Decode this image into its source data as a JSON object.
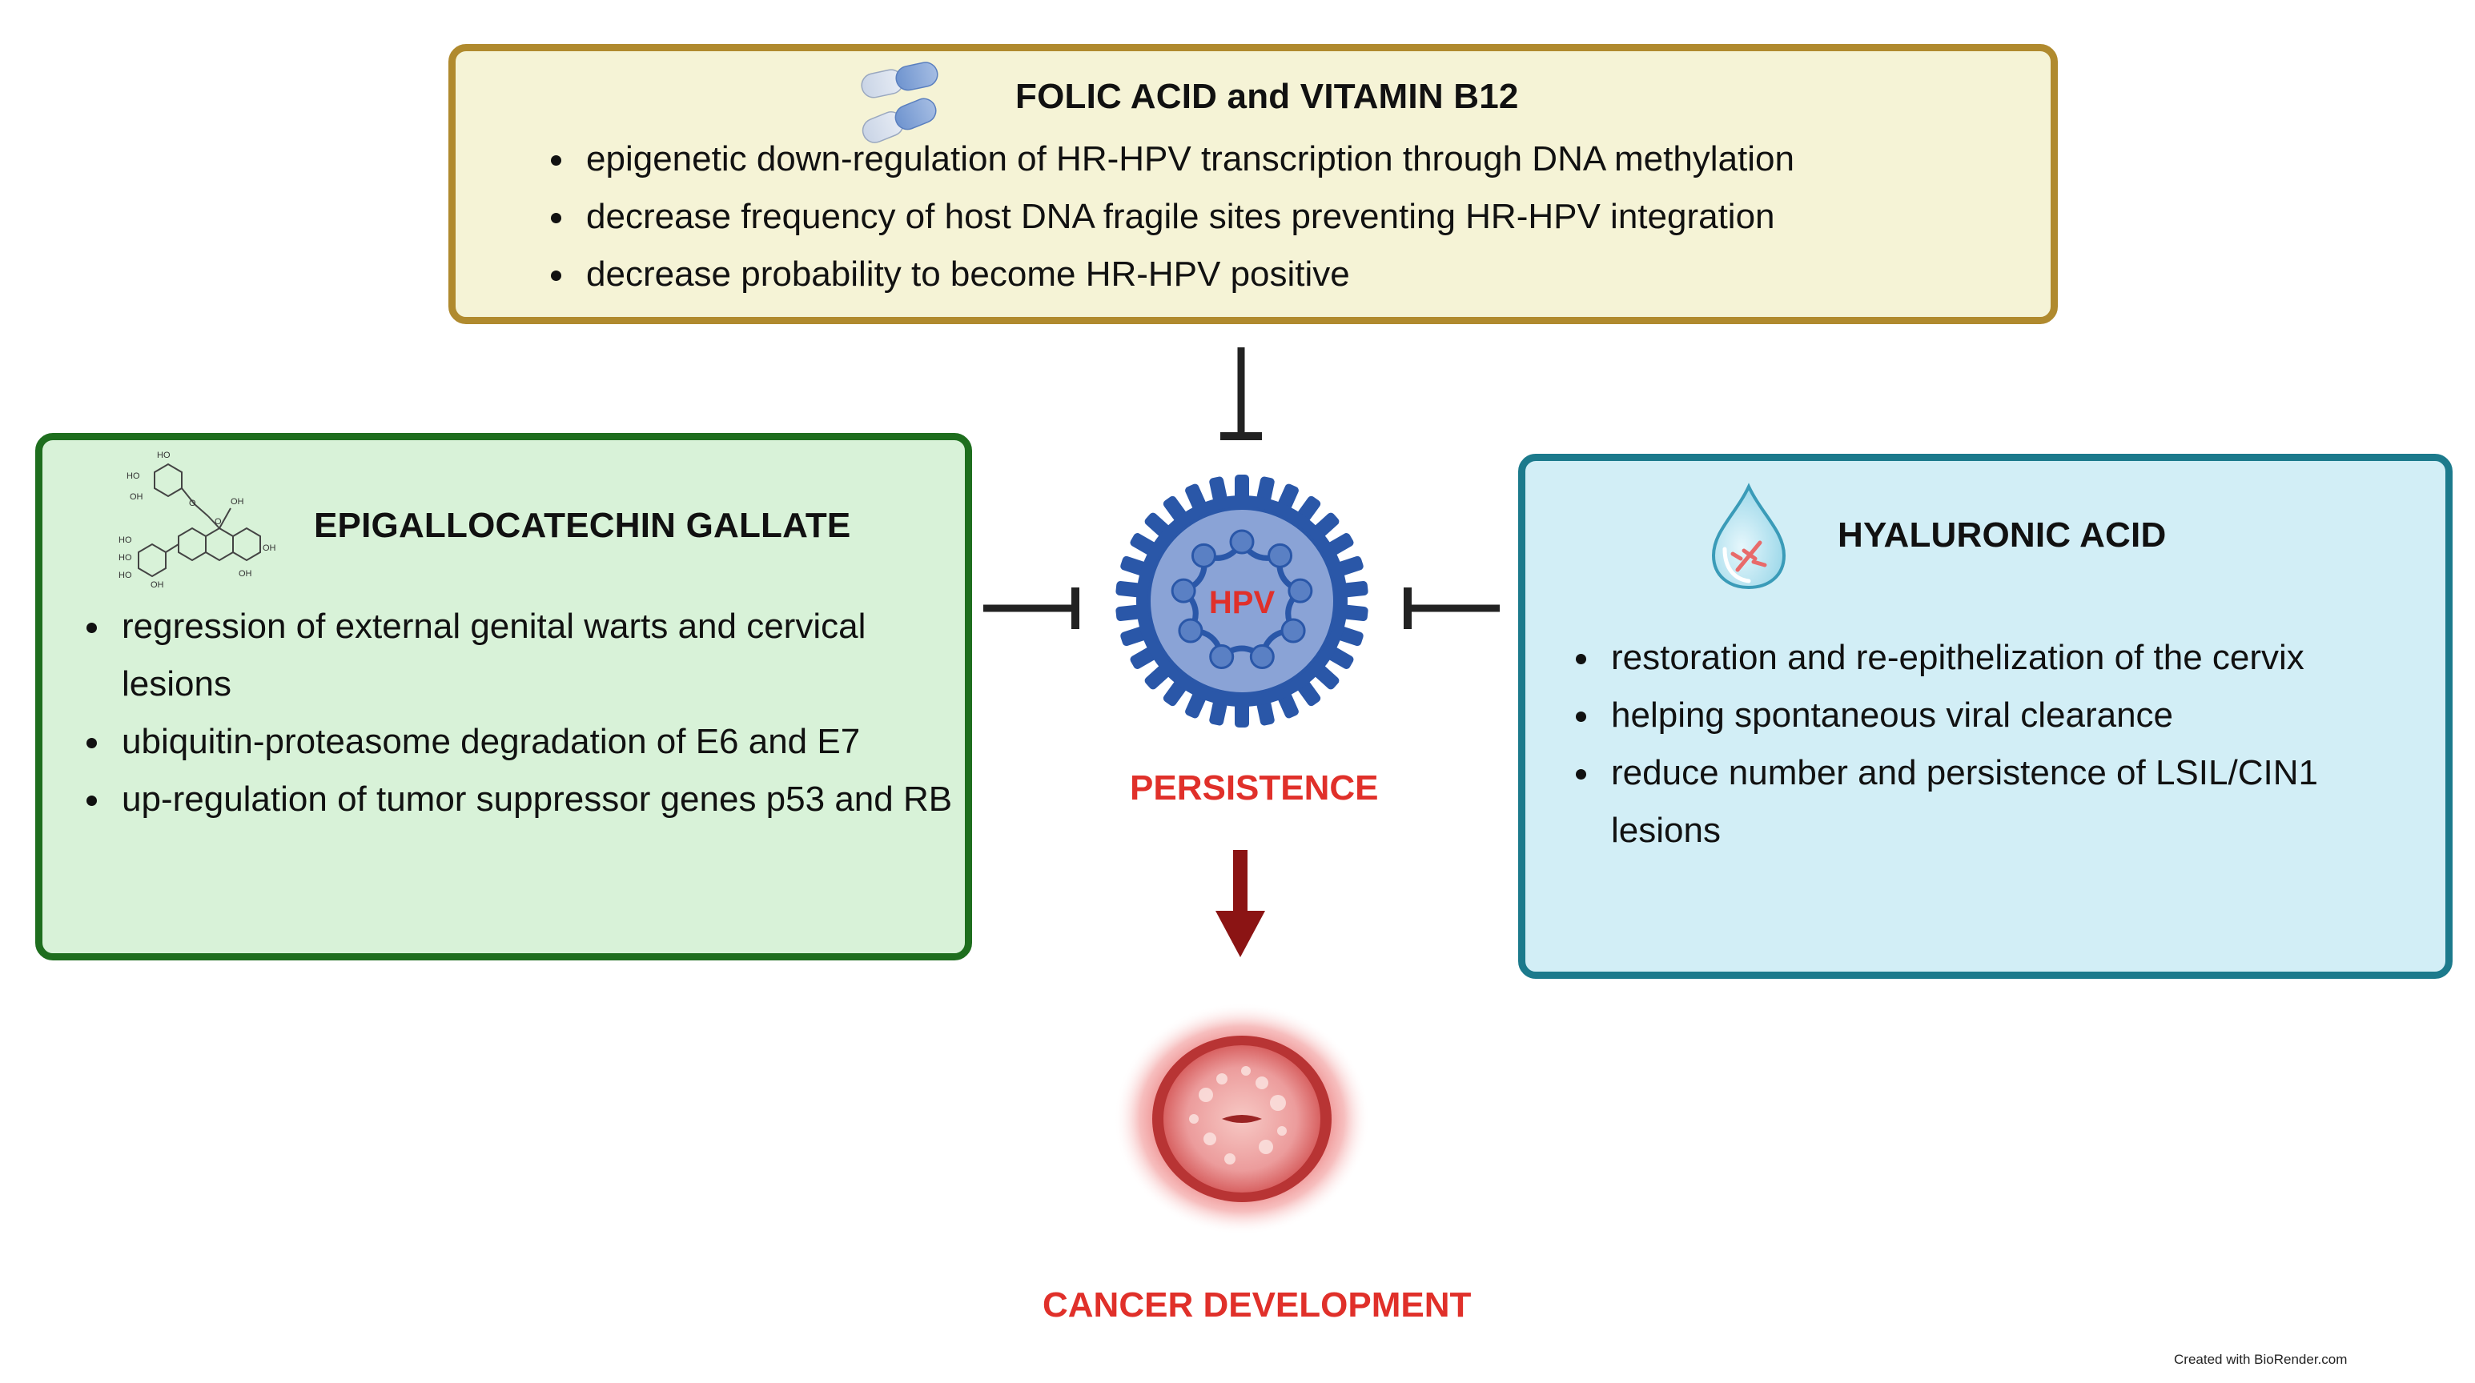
{
  "folic": {
    "title": "FOLIC ACID and VITAMIN B12",
    "items": [
      "epigenetic down-regulation of HR-HPV transcription through DNA methylation",
      "decrease frequency of host DNA fragile sites preventing HR-HPV integration",
      "decrease probability to become HR-HPV positive"
    ],
    "icon": "capsule-pills-icon"
  },
  "egcg": {
    "title": "EPIGALLOCATECHIN GALLATE",
    "items": [
      "regression of external genital warts and cervical lesions",
      "ubiquitin-proteasome degradation of E6 and E7",
      "up-regulation of tumor suppressor genes p53 and RB"
    ],
    "icon": "chemical-structure-icon",
    "structure_labels": [
      "HO",
      "HO",
      "OH",
      "O",
      "O",
      "OH",
      "HO",
      "OH",
      "HO",
      "HO",
      "OH",
      "OH"
    ]
  },
  "ha": {
    "title": "HYALURONIC ACID",
    "items": [
      "restoration and re-epithelization of the cervix",
      "helping spontaneous viral clearance",
      "reduce number and persistence of LSIL/CIN1 lesions"
    ],
    "icon": "water-drop-icon"
  },
  "center": {
    "virus_label": "HPV",
    "persistence": "PERSISTENCE",
    "cancer": "CANCER DEVELOPMENT"
  },
  "credit": "Created with BioRender.com",
  "colors": {
    "folic_border": "#b08a2e",
    "egcg_border": "#1e6e1e",
    "ha_border": "#1c7a8c",
    "label_red": "#e0302a",
    "arrow_dark_red": "#8b1414",
    "virus_blue": "#3a64b0"
  }
}
